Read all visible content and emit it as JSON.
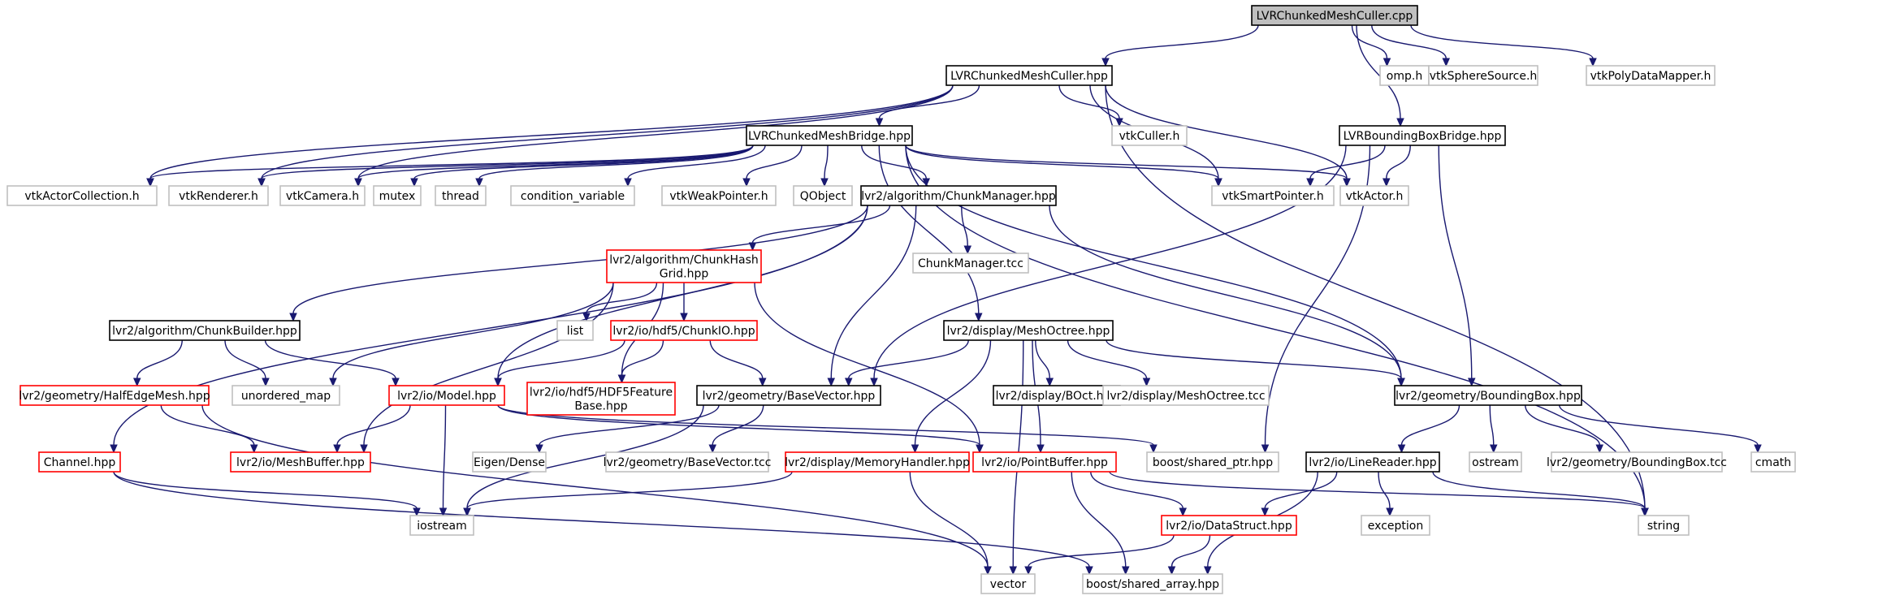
{
  "nodes": [
    {
      "id": "root",
      "lines": [
        "LVRChunkedMeshCuller.cpp"
      ],
      "style": "root"
    },
    {
      "id": "culler_hpp",
      "lines": [
        "LVRChunkedMeshCuller.hpp"
      ],
      "style": "black"
    },
    {
      "id": "omp",
      "lines": [
        "omp.h"
      ],
      "style": "gray"
    },
    {
      "id": "vtksphere",
      "lines": [
        "vtkSphereSource.h"
      ],
      "style": "gray"
    },
    {
      "id": "vtkpolymapper",
      "lines": [
        "vtkPolyDataMapper.h"
      ],
      "style": "gray"
    },
    {
      "id": "vtkculler",
      "lines": [
        "vtkCuller.h"
      ],
      "style": "gray"
    },
    {
      "id": "bridge",
      "lines": [
        "LVRChunkedMeshBridge.hpp"
      ],
      "style": "black"
    },
    {
      "id": "bbbridge",
      "lines": [
        "LVRBoundingBoxBridge.hpp"
      ],
      "style": "black"
    },
    {
      "id": "vtkactorcoll",
      "lines": [
        "vtkActorCollection.h"
      ],
      "style": "gray"
    },
    {
      "id": "vtkrenderer",
      "lines": [
        "vtkRenderer.h"
      ],
      "style": "gray"
    },
    {
      "id": "vtkcamera",
      "lines": [
        "vtkCamera.h"
      ],
      "style": "gray"
    },
    {
      "id": "mutex",
      "lines": [
        "mutex"
      ],
      "style": "gray"
    },
    {
      "id": "thread",
      "lines": [
        "thread"
      ],
      "style": "gray"
    },
    {
      "id": "condvar",
      "lines": [
        "condition_variable"
      ],
      "style": "gray"
    },
    {
      "id": "vtkweak",
      "lines": [
        "vtkWeakPointer.h"
      ],
      "style": "gray"
    },
    {
      "id": "qobject",
      "lines": [
        "QObject"
      ],
      "style": "gray"
    },
    {
      "id": "chunkmanager",
      "lines": [
        "lvr2/algorithm/ChunkManager.hpp"
      ],
      "style": "black"
    },
    {
      "id": "vtksmart",
      "lines": [
        "vtkSmartPointer.h"
      ],
      "style": "gray"
    },
    {
      "id": "vtkactor",
      "lines": [
        "vtkActor.h"
      ],
      "style": "gray"
    },
    {
      "id": "chunkhash",
      "lines": [
        "lvr2/algorithm/ChunkHash",
        "Grid.hpp"
      ],
      "style": "red"
    },
    {
      "id": "chunkmgrtcc",
      "lines": [
        "ChunkManager.tcc"
      ],
      "style": "gray"
    },
    {
      "id": "chunkbuilder",
      "lines": [
        "lvr2/algorithm/ChunkBuilder.hpp"
      ],
      "style": "black"
    },
    {
      "id": "list",
      "lines": [
        "list"
      ],
      "style": "gray"
    },
    {
      "id": "chunkio",
      "lines": [
        "lvr2/io/hdf5/ChunkIO.hpp"
      ],
      "style": "red"
    },
    {
      "id": "meshoctree",
      "lines": [
        "lvr2/display/MeshOctree.hpp"
      ],
      "style": "black"
    },
    {
      "id": "halfedge",
      "lines": [
        "lvr2/geometry/HalfEdgeMesh.hpp"
      ],
      "style": "red"
    },
    {
      "id": "unordmap",
      "lines": [
        "unordered_map"
      ],
      "style": "gray"
    },
    {
      "id": "model",
      "lines": [
        "lvr2/io/Model.hpp"
      ],
      "style": "red"
    },
    {
      "id": "hdf5feature",
      "lines": [
        "lvr2/io/hdf5/HDF5Feature",
        "Base.hpp"
      ],
      "style": "red"
    },
    {
      "id": "basevector",
      "lines": [
        "lvr2/geometry/BaseVector.hpp"
      ],
      "style": "black"
    },
    {
      "id": "boct",
      "lines": [
        "lvr2/display/BOct.hpp"
      ],
      "style": "black"
    },
    {
      "id": "meshoctreetcc",
      "lines": [
        "lvr2/display/MeshOctree.tcc"
      ],
      "style": "gray"
    },
    {
      "id": "boundingbox",
      "lines": [
        "lvr2/geometry/BoundingBox.hpp"
      ],
      "style": "black"
    },
    {
      "id": "channel",
      "lines": [
        "Channel.hpp"
      ],
      "style": "red"
    },
    {
      "id": "meshbuffer",
      "lines": [
        "lvr2/io/MeshBuffer.hpp"
      ],
      "style": "red"
    },
    {
      "id": "eigendense",
      "lines": [
        "Eigen/Dense"
      ],
      "style": "gray"
    },
    {
      "id": "basevectortcc",
      "lines": [
        "lvr2/geometry/BaseVector.tcc"
      ],
      "style": "gray"
    },
    {
      "id": "memhandler",
      "lines": [
        "lvr2/display/MemoryHandler.hpp"
      ],
      "style": "red"
    },
    {
      "id": "pointbuffer",
      "lines": [
        "lvr2/io/PointBuffer.hpp"
      ],
      "style": "red"
    },
    {
      "id": "sharedptr",
      "lines": [
        "boost/shared_ptr.hpp"
      ],
      "style": "gray"
    },
    {
      "id": "linereader",
      "lines": [
        "lvr2/io/LineReader.hpp"
      ],
      "style": "black"
    },
    {
      "id": "ostream",
      "lines": [
        "ostream"
      ],
      "style": "gray"
    },
    {
      "id": "bbtcc",
      "lines": [
        "lvr2/geometry/BoundingBox.tcc"
      ],
      "style": "gray"
    },
    {
      "id": "cmath",
      "lines": [
        "cmath"
      ],
      "style": "gray"
    },
    {
      "id": "iostream",
      "lines": [
        "iostream"
      ],
      "style": "gray"
    },
    {
      "id": "datastruct",
      "lines": [
        "lvr2/io/DataStruct.hpp"
      ],
      "style": "red"
    },
    {
      "id": "exception",
      "lines": [
        "exception"
      ],
      "style": "gray"
    },
    {
      "id": "string",
      "lines": [
        "string"
      ],
      "style": "gray"
    },
    {
      "id": "vector",
      "lines": [
        "vector"
      ],
      "style": "gray"
    },
    {
      "id": "sharedarray",
      "lines": [
        "boost/shared_array.hpp"
      ],
      "style": "gray"
    }
  ],
  "edges": [
    [
      "root",
      "culler_hpp"
    ],
    [
      "root",
      "omp"
    ],
    [
      "root",
      "vtksphere"
    ],
    [
      "root",
      "vtkpolymapper"
    ],
    [
      "root",
      "bbbridge"
    ],
    [
      "culler_hpp",
      "bridge"
    ],
    [
      "culler_hpp",
      "vtkculler"
    ],
    [
      "culler_hpp",
      "vtkactorcoll"
    ],
    [
      "culler_hpp",
      "vtkrenderer"
    ],
    [
      "culler_hpp",
      "vtkcamera"
    ],
    [
      "culler_hpp",
      "vtksmart"
    ],
    [
      "culler_hpp",
      "vtkactor"
    ],
    [
      "culler_hpp",
      "string"
    ],
    [
      "bridge",
      "vtkactorcoll"
    ],
    [
      "bridge",
      "vtkrenderer"
    ],
    [
      "bridge",
      "vtkcamera"
    ],
    [
      "bridge",
      "mutex"
    ],
    [
      "bridge",
      "thread"
    ],
    [
      "bridge",
      "condvar"
    ],
    [
      "bridge",
      "vtkweak"
    ],
    [
      "bridge",
      "qobject"
    ],
    [
      "bridge",
      "chunkmanager"
    ],
    [
      "bridge",
      "vtksmart"
    ],
    [
      "bridge",
      "vtkactor"
    ],
    [
      "bridge",
      "meshoctree"
    ],
    [
      "bridge",
      "boundingbox"
    ],
    [
      "bridge",
      "string"
    ],
    [
      "bbbridge",
      "vtksmart"
    ],
    [
      "bbbridge",
      "vtkactor"
    ],
    [
      "bbbridge",
      "boundingbox"
    ],
    [
      "bbbridge",
      "basevector"
    ],
    [
      "bbbridge",
      "sharedptr"
    ],
    [
      "chunkmanager",
      "chunkhash"
    ],
    [
      "chunkmanager",
      "chunkmgrtcc"
    ],
    [
      "chunkmanager",
      "chunkbuilder"
    ],
    [
      "chunkmanager",
      "model"
    ],
    [
      "chunkmanager",
      "basevector"
    ],
    [
      "chunkmanager",
      "boundingbox"
    ],
    [
      "chunkmanager",
      "channel"
    ],
    [
      "chunkhash",
      "list"
    ],
    [
      "chunkhash",
      "chunkio"
    ],
    [
      "chunkhash",
      "unordmap"
    ],
    [
      "chunkhash",
      "hdf5feature"
    ],
    [
      "chunkhash",
      "meshbuffer"
    ],
    [
      "chunkhash",
      "pointbuffer"
    ],
    [
      "chunkio",
      "model"
    ],
    [
      "chunkio",
      "hdf5feature"
    ],
    [
      "chunkio",
      "basevector"
    ],
    [
      "chunkbuilder",
      "halfedge"
    ],
    [
      "chunkbuilder",
      "unordmap"
    ],
    [
      "chunkbuilder",
      "model"
    ],
    [
      "meshoctree",
      "basevector"
    ],
    [
      "meshoctree",
      "boct"
    ],
    [
      "meshoctree",
      "meshoctreetcc"
    ],
    [
      "meshoctree",
      "boundingbox"
    ],
    [
      "meshoctree",
      "memhandler"
    ],
    [
      "meshoctree",
      "pointbuffer"
    ],
    [
      "meshoctree",
      "vector"
    ],
    [
      "halfedge",
      "meshbuffer"
    ],
    [
      "halfedge",
      "vector"
    ],
    [
      "model",
      "meshbuffer"
    ],
    [
      "model",
      "pointbuffer"
    ],
    [
      "model",
      "iostream"
    ],
    [
      "model",
      "sharedptr"
    ],
    [
      "basevector",
      "eigendense"
    ],
    [
      "basevector",
      "basevectortcc"
    ],
    [
      "basevector",
      "iostream"
    ],
    [
      "boundingbox",
      "linereader"
    ],
    [
      "boundingbox",
      "ostream"
    ],
    [
      "boundingbox",
      "bbtcc"
    ],
    [
      "boundingbox",
      "cmath"
    ],
    [
      "channel",
      "iostream"
    ],
    [
      "channel",
      "sharedarray"
    ],
    [
      "memhandler",
      "iostream"
    ],
    [
      "memhandler",
      "vector"
    ],
    [
      "pointbuffer",
      "datastruct"
    ],
    [
      "pointbuffer",
      "sharedarray"
    ],
    [
      "pointbuffer",
      "string"
    ],
    [
      "linereader",
      "datastruct"
    ],
    [
      "linereader",
      "exception"
    ],
    [
      "linereader",
      "string"
    ],
    [
      "linereader",
      "sharedarray"
    ],
    [
      "datastruct",
      "vector"
    ],
    [
      "datastruct",
      "sharedarray"
    ]
  ]
}
